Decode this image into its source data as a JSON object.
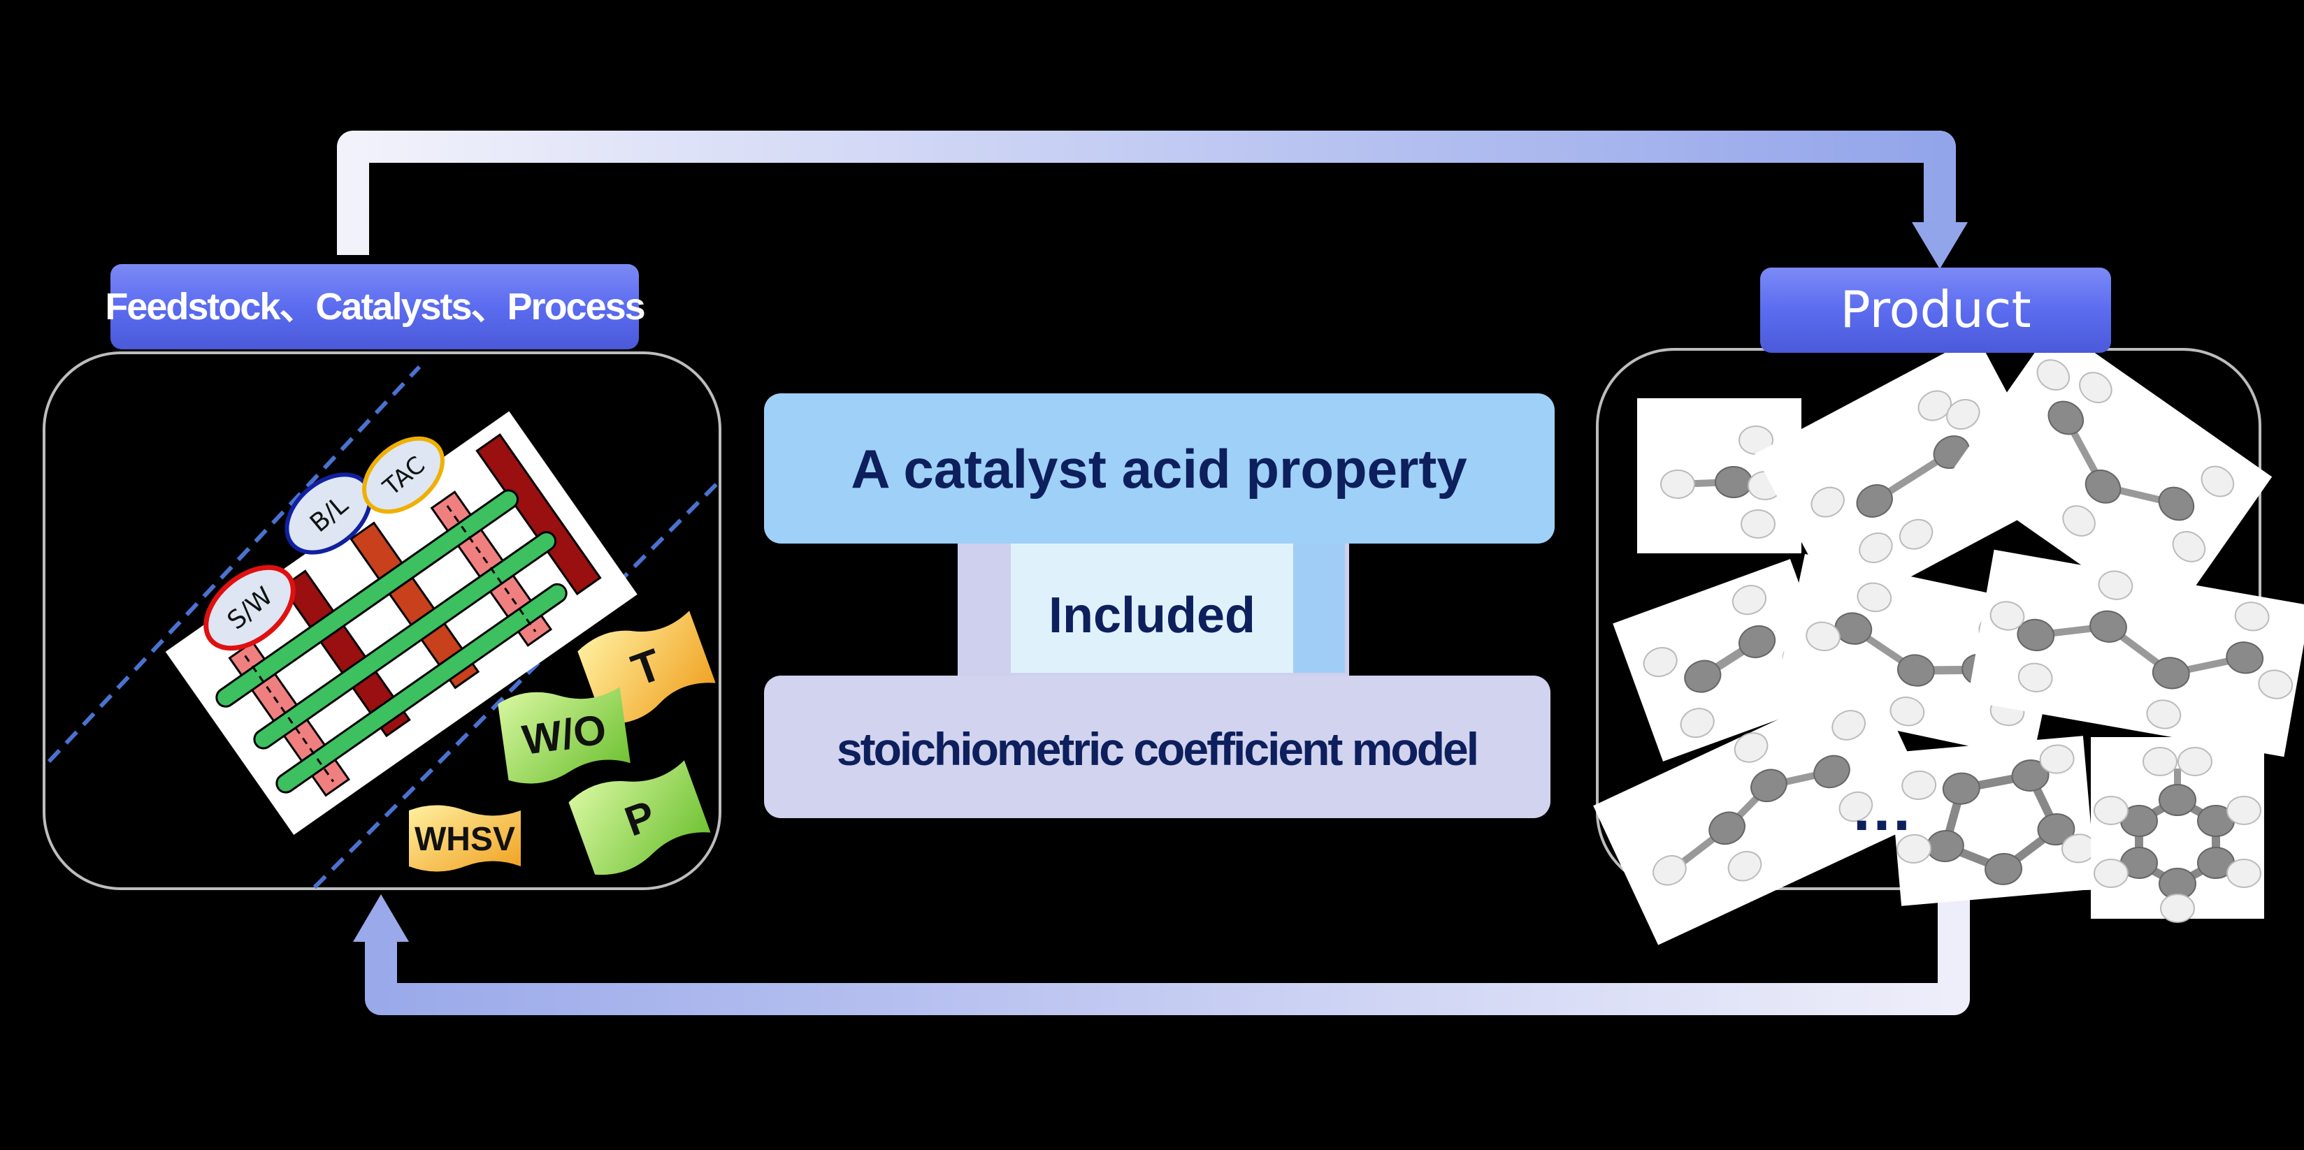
{
  "inputs": {
    "title": "Feedstock、Catalysts、Process",
    "acid_labels": [
      "S/W",
      "B/L",
      "TAC"
    ],
    "process_flags": [
      "T",
      "W/O",
      "P",
      "WHSV"
    ]
  },
  "center": {
    "top": "A catalyst acid property",
    "middle": "Included",
    "bottom": "stoichiometric coefficient model"
  },
  "output": {
    "title": "Product",
    "ellipsis": "…"
  },
  "colors": {
    "label_blue": "#5b6cf0",
    "center_top": "#9fd0f7",
    "center_mid": "#dff2fc",
    "center_bottom": "#d2d3ee",
    "text_navy": "#0d1f5c"
  }
}
